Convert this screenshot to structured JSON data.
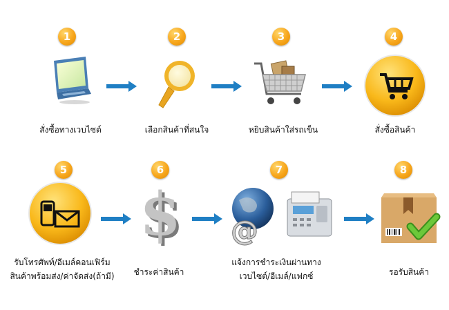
{
  "steps": [
    {
      "number": "1",
      "label": "สั่งซื้อทางเวบไซต์",
      "icon": "laptop-icon"
    },
    {
      "number": "2",
      "label": "เลือกสินค้าที่สนใจ",
      "icon": "magnifier-icon"
    },
    {
      "number": "3",
      "label": "หยิบสินค้าใส่รถเข็น",
      "icon": "shopping-cart-icon"
    },
    {
      "number": "4",
      "label": "สั่งซื้อสินค้า",
      "icon": "cart-button-icon"
    },
    {
      "number": "5",
      "label": "รับโทรศัพท์/อีเมล์คอนเฟิร์ม\nสินค้าพร้อมส่ง/ค่าจัดส่ง(ถ้ามี)",
      "icon": "phone-mail-icon"
    },
    {
      "number": "6",
      "label": "ชำระค่าสินค้า",
      "icon": "dollar-sign-icon"
    },
    {
      "number": "7",
      "label": "แจ้งการชำระเงินผ่านทาง\nเวบไซต์/อีเมล์/แฟกซ์",
      "icon": "globe-email-fax-icon"
    },
    {
      "number": "8",
      "label": "รอรับสินค้า",
      "icon": "package-check-icon"
    }
  ],
  "colors": {
    "badge": "#f7a61c",
    "arrow": "#1f7fc4",
    "text": "#111111"
  }
}
